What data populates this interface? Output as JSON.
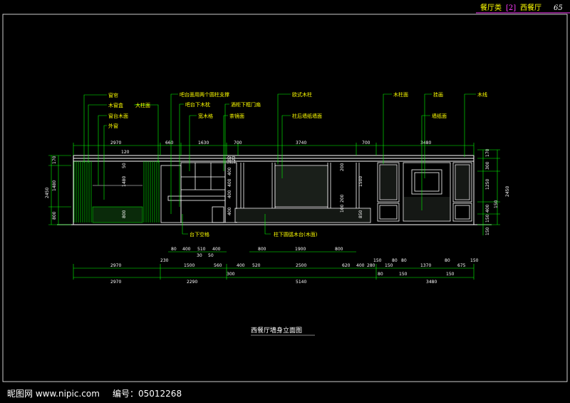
{
  "header": {
    "title_part1": "餐厅类",
    "title_part2": "[2]",
    "title_part3": "西餐厅",
    "page_no": "65"
  },
  "drawing_title": "西餐厅墙身立面图",
  "labels_top": {
    "chuanglian": "窗帘",
    "muchuanghe": "木窗盒",
    "damuzhumian": "大柱面",
    "chuangtaimumian": "窗台木面",
    "waichuang": "外窗",
    "batai_yuanzhu": "吧台面用两个圆柱支撑",
    "batai_muzhen": "吧台下木枕",
    "jiugui_kuangmenshan": "酒柜下框门扇",
    "kuanmuge": "宽木格",
    "chajingmian": "茶镜面",
    "oushimuzhu": "欧式木柱",
    "zhuhou_qiangzhi": "柱后墙纸墙面",
    "muzhumian": "木柱面",
    "guahua": "挂画",
    "muxian": "木线",
    "qiangzhimian": "墙纸面"
  },
  "labels_bottom": {
    "taixiakonge": "台下空格",
    "zhuxia_yuanhu": "柱下圆弧木台(木面)"
  },
  "dims_top": [
    "2970",
    "660",
    "1630",
    "700",
    "3740",
    "700",
    "3480"
  ],
  "dims_top_small": [
    "120"
  ],
  "dims_left": [
    "170",
    "1480",
    "800",
    "2450",
    "50",
    "1480",
    "800"
  ],
  "dims_right": [
    "170",
    "300",
    "1250",
    "2450",
    "400",
    "150",
    "150",
    "150"
  ],
  "dims_mid_vertical": [
    "102",
    "120",
    "400",
    "400",
    "400",
    "400",
    "200",
    "1500",
    "850",
    "200",
    "100"
  ],
  "dims_bottom_row1": [
    "80",
    "400",
    "510",
    "400",
    "800",
    "1900",
    "800"
  ],
  "dims_bottom_row1b": [
    "30",
    "50"
  ],
  "dims_bottom_row2": [
    "2970",
    "1500",
    "560",
    "400",
    "520",
    "2500",
    "620",
    "400",
    "280",
    "150",
    "1370",
    "675"
  ],
  "dims_bottom_row2_top": [
    "230",
    "150",
    "80",
    "80",
    "80",
    "150"
  ],
  "dims_bottom_row3": [
    "2970",
    "2290",
    "5140",
    "3480"
  ],
  "dims_bottom_row3_top": [
    "300",
    "80",
    "150",
    "150"
  ],
  "footer": {
    "site": "昵图网 www.nipic.com",
    "id_label": "编号：05012268"
  }
}
